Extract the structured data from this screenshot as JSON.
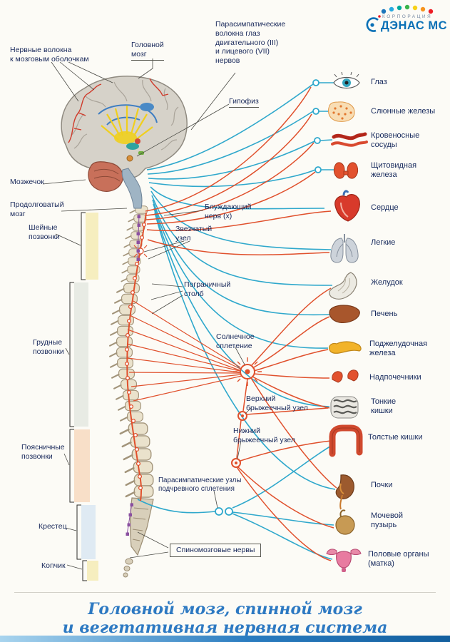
{
  "logo": {
    "corp": "КОРПОРАЦИЯ",
    "brand": "ДЭНАС МС"
  },
  "labels": {
    "nerve_fibers": "Нервные волокна\nк мозговым оболочкам",
    "brain": "Головной\nмозг",
    "parasymp_head": "Парасимпатические\nволокна глаз\nдвигательного (III)\nи лицевого (VII)\nнервов",
    "hypophysis": "Гипофиз",
    "cerebellum": "Мозжечок",
    "medulla": "Продолговатый\nмозг",
    "cervical": "Шейные\nпозвонки",
    "stellate": "Звезчатый\nузел",
    "vagus": "Блуждающий\nнерв (x)",
    "border_trunk": "Пограничный\nстолб",
    "thoracic": "Грудные\nпозвонки",
    "solar": "Солнечное\nсплетение",
    "sup_mesenteric": "Верхний\nбрыжеечный узел",
    "inf_mesenteric": "Нижний\nбрыжеечный узел",
    "lumbar": "Поясничные\nпозвонки",
    "parasymp_pelvic": "Парасимпатические узлы\nподчревного сплетения",
    "sacrum": "Крестец",
    "spinal_nerves": "Спиномозговые нервы",
    "coccyx": "Копчик"
  },
  "organs": [
    {
      "label": "Глаз"
    },
    {
      "label": "Слюнные железы"
    },
    {
      "label": "Кровеносные\nсосуды"
    },
    {
      "label": "Щитовидная\nжелеза"
    },
    {
      "label": "Сердце"
    },
    {
      "label": "Легкие"
    },
    {
      "label": "Желудок"
    },
    {
      "label": "Печень"
    },
    {
      "label": "Поджелудочная\nжелеза"
    },
    {
      "label": "Надпочечники"
    },
    {
      "label": "Тонкие\nкишки"
    },
    {
      "label": "Толстые кишки"
    },
    {
      "label": "Почки"
    },
    {
      "label": "Мочевой\nпузырь"
    },
    {
      "label": "Половые органы\n(матка)"
    }
  ],
  "title": {
    "line1": "Головной мозг, спинной мозг",
    "line2": "и вегетативная нервная система"
  },
  "colors": {
    "sympathetic": "#e0502c",
    "parasympathetic": "#2fa8cc",
    "accent_blue": "#0a70b6"
  }
}
